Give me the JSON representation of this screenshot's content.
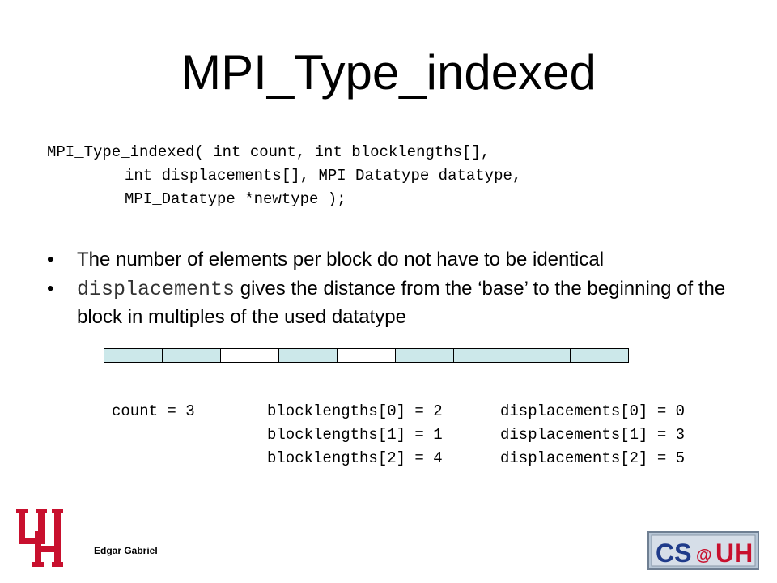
{
  "slide": {
    "title": "MPI_Type_indexed",
    "signature": [
      "MPI_Type_indexed( int count, int blocklengths[],",
      "int displacements[], MPI_Datatype datatype,",
      "MPI_Datatype *newtype );"
    ],
    "bullets": [
      {
        "text": "The number of elements per block do not have to be identical"
      },
      {
        "code": "displacements",
        "text": " gives the distance from the ‘base’ to the beginning of the block in multiples of the used datatype"
      }
    ]
  },
  "diagram": {
    "cells": [
      true,
      true,
      false,
      true,
      false,
      true,
      true,
      true,
      true
    ],
    "filled_color": "#cce8ea",
    "empty_color": "#ffffff"
  },
  "example": {
    "count": "count = 3",
    "blocklengths": [
      "blocklengths[0] = 2",
      "blocklengths[1] = 1",
      "blocklengths[2] = 4"
    ],
    "displacements": [
      "displacements[0] = 0",
      "displacements[1] = 3",
      "displacements[2] = 5"
    ]
  },
  "footer": {
    "author": "Edgar Gabriel",
    "uh_logo_color": "#c8102e",
    "cs_logo_text": "CS@UH"
  }
}
